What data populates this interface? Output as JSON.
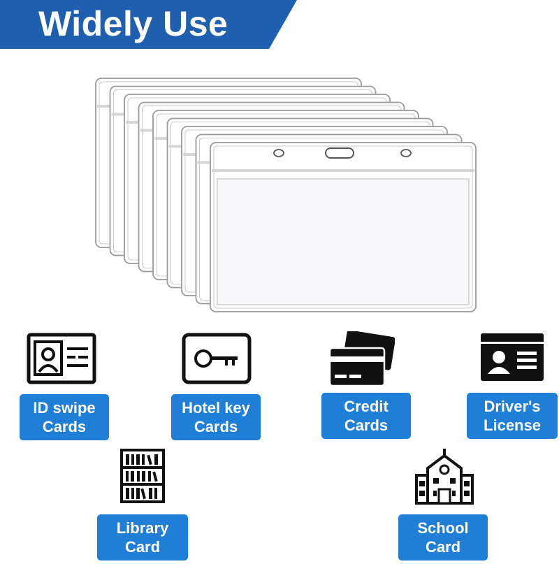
{
  "banner": {
    "title": "Widely Use",
    "color": "#1e5fb0"
  },
  "product": {
    "icon": "clear-badge-holder-stack-icon"
  },
  "uses": [
    {
      "icon": "id-card-icon",
      "line1": "ID swipe",
      "line2": "Cards"
    },
    {
      "icon": "hotel-key-icon",
      "line1": "Hotel key",
      "line2": "Cards"
    },
    {
      "icon": "credit-cards-icon",
      "line1": "Credit",
      "line2": "Cards"
    },
    {
      "icon": "drivers-license-icon",
      "line1": "Driver's",
      "line2": "License"
    },
    {
      "icon": "bookshelf-icon",
      "line1": "Library",
      "line2": "Card"
    },
    {
      "icon": "school-building-icon",
      "line1": "School",
      "line2": "Card"
    }
  ],
  "accent": "#1f7fd6"
}
